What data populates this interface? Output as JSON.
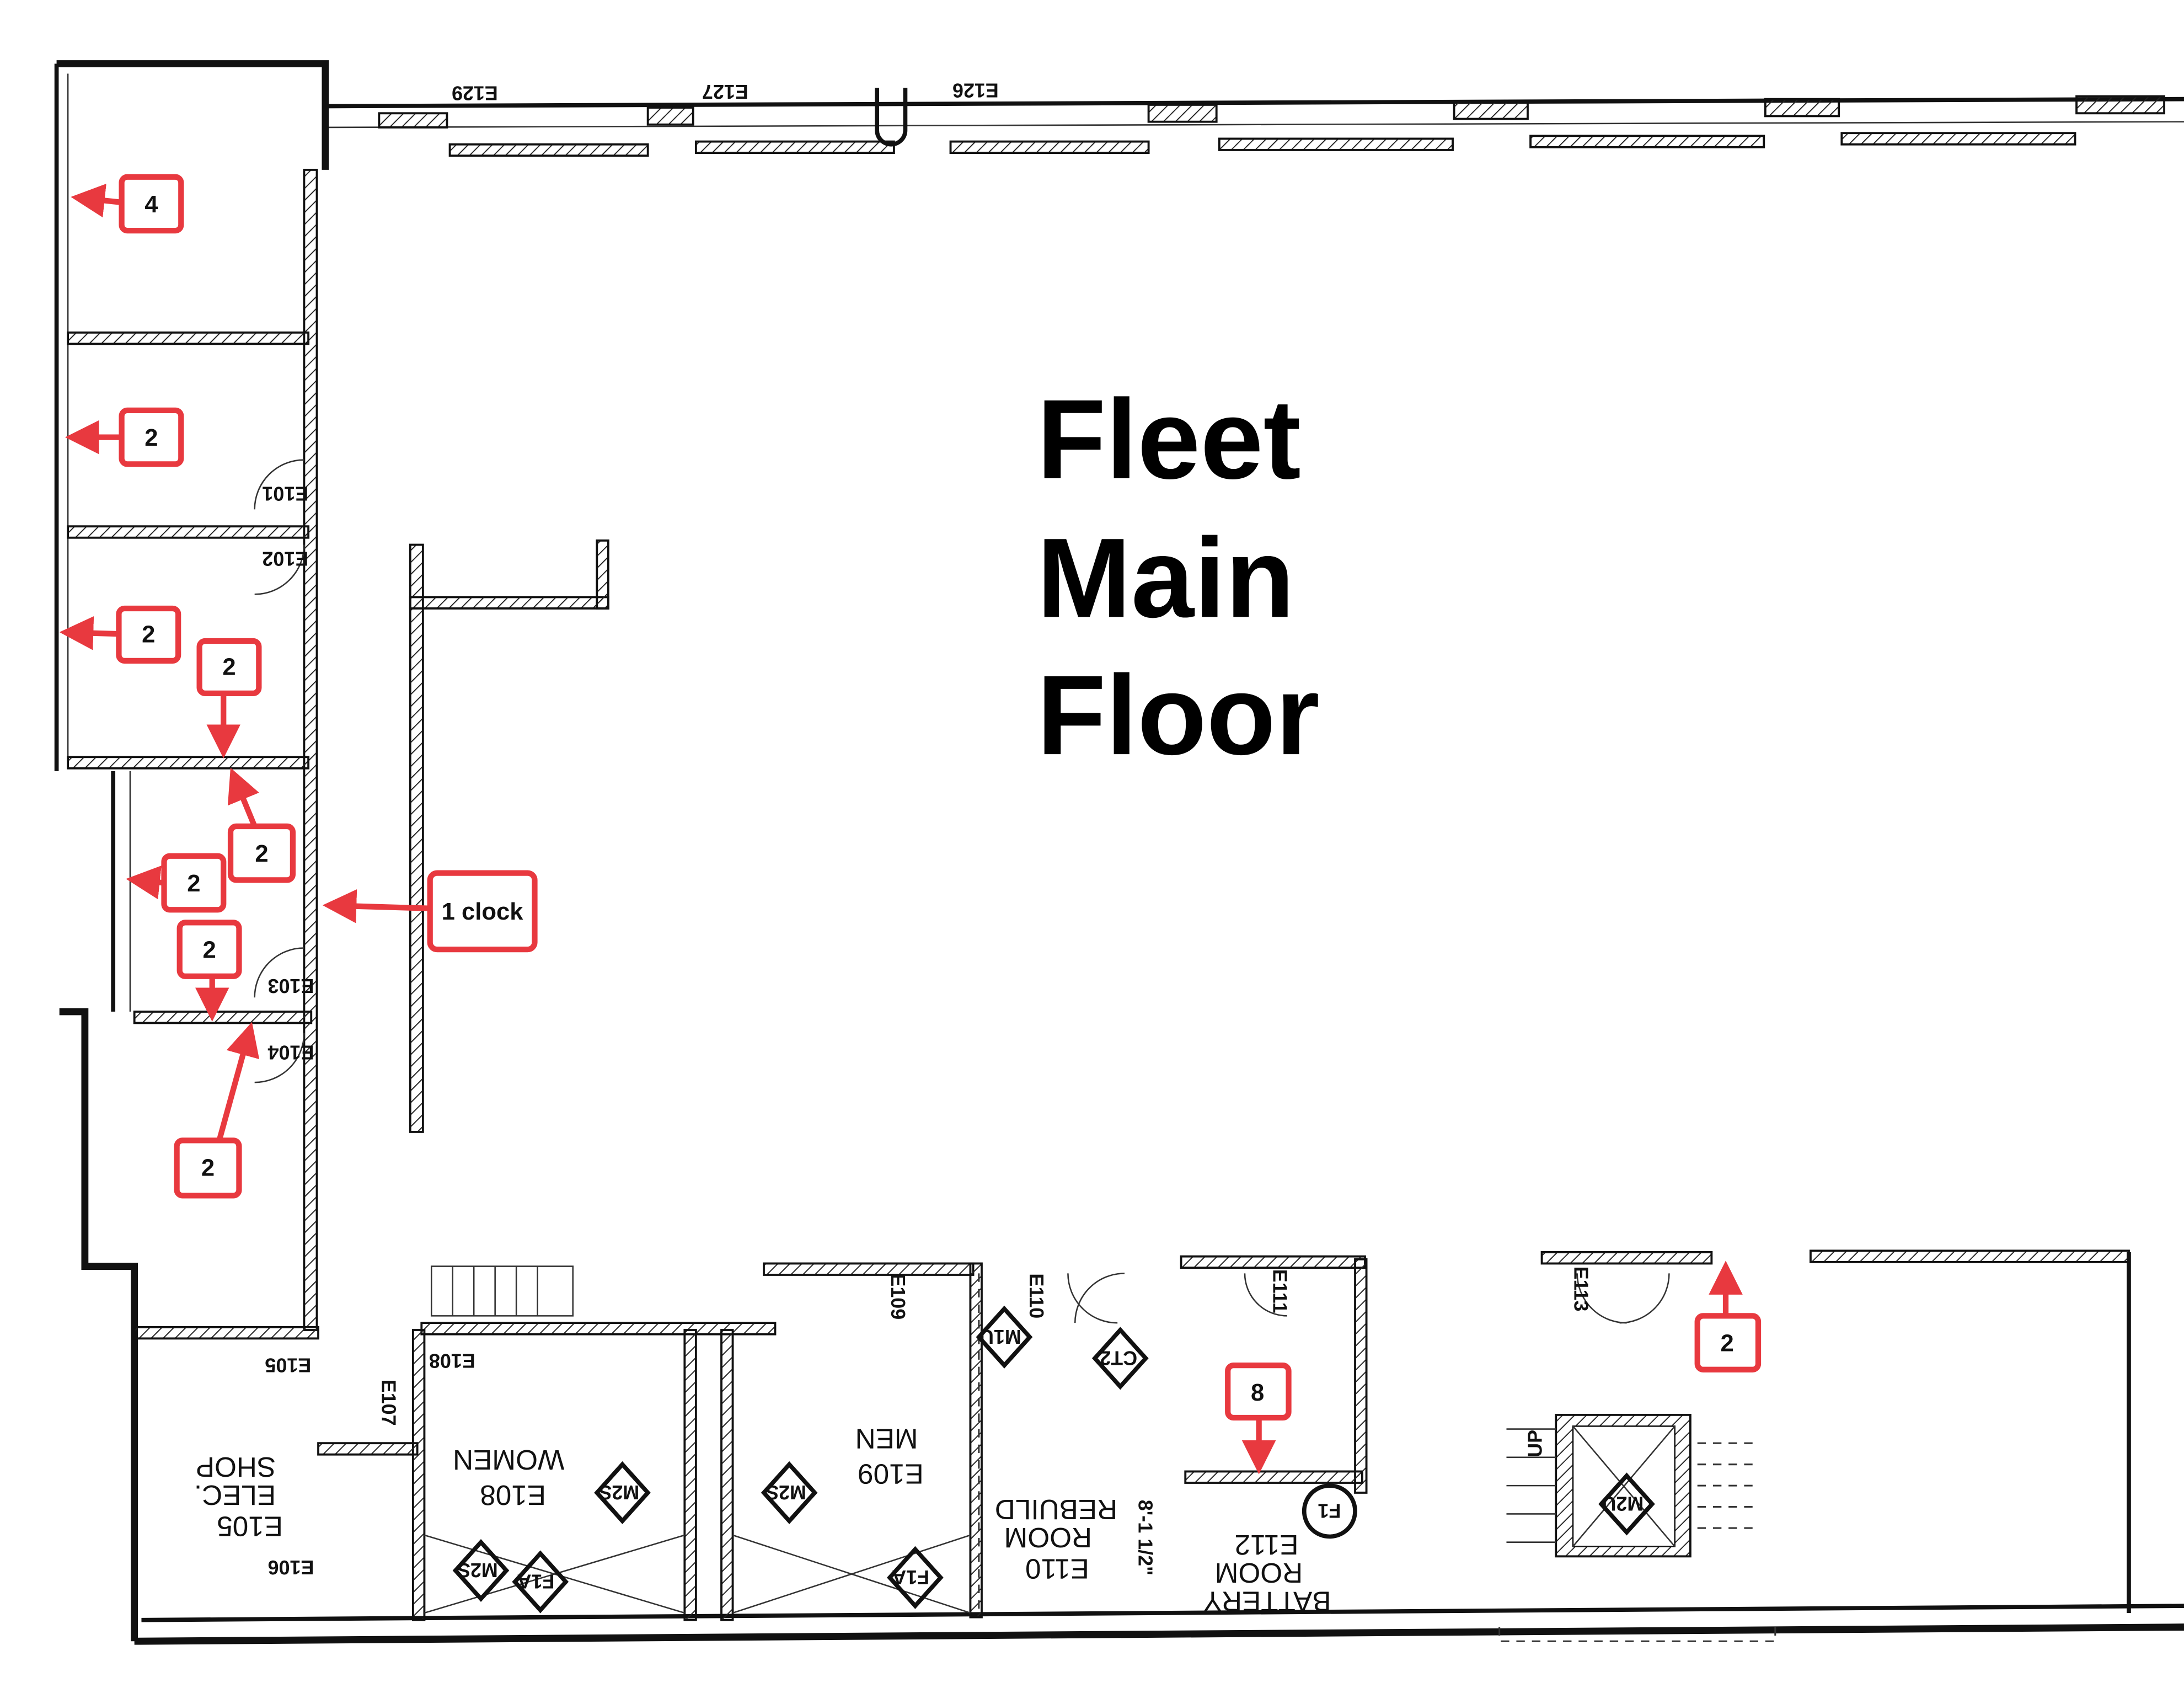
{
  "title": {
    "lines": [
      "Fleet",
      "Main",
      "Floor"
    ]
  },
  "callouts": [
    {
      "label": "4"
    },
    {
      "label": "2"
    },
    {
      "label": "2"
    },
    {
      "label": "2"
    },
    {
      "label": "2"
    },
    {
      "label": "2"
    },
    {
      "label": "1 clock"
    },
    {
      "label": "2"
    },
    {
      "label": "2"
    },
    {
      "label": "2"
    },
    {
      "label": "8"
    }
  ],
  "rooms": {
    "elec_shop": {
      "number": "E105",
      "name_line1": "ELEC.",
      "name_line2": "SHOP"
    },
    "women": {
      "number": "E108",
      "name": "WOMEN"
    },
    "men": {
      "number": "E109",
      "name": "MEN"
    },
    "rebuild": {
      "number": "E110",
      "name_line1": "REBUILD",
      "name_line2": "ROOM"
    },
    "battery": {
      "number": "E112",
      "name_line1": "BATTERY",
      "name_line2": "ROOM"
    }
  },
  "door_tags": [
    "E101",
    "E102",
    "E103",
    "E104",
    "E105",
    "E106",
    "E107",
    "E108",
    "E109",
    "E110",
    "E111",
    "E113",
    "E129",
    "E127",
    "E126"
  ],
  "symbols": [
    "M1U",
    "CT2",
    "M2S",
    "M2S",
    "M2S",
    "F1A",
    "F1A",
    "M2U",
    "F1",
    "UP"
  ],
  "dimension": "8'-1 1/2\""
}
